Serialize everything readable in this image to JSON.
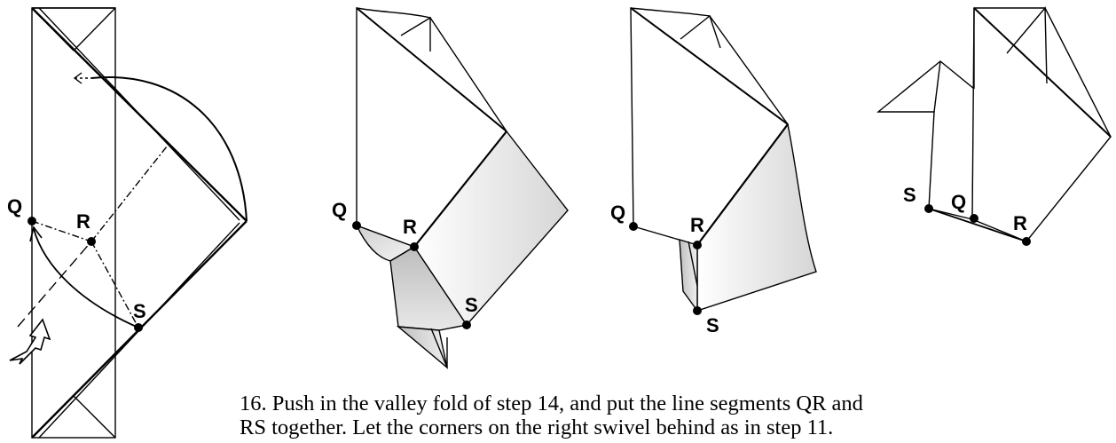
{
  "labels": {
    "q": "Q",
    "r": "R",
    "s": "S"
  },
  "caption": {
    "line1": "16.  Push in the valley fold of step 14, and put the line segments QR and",
    "line2": "RS together.  Let the corners on the right swivel behind as in step 11."
  }
}
